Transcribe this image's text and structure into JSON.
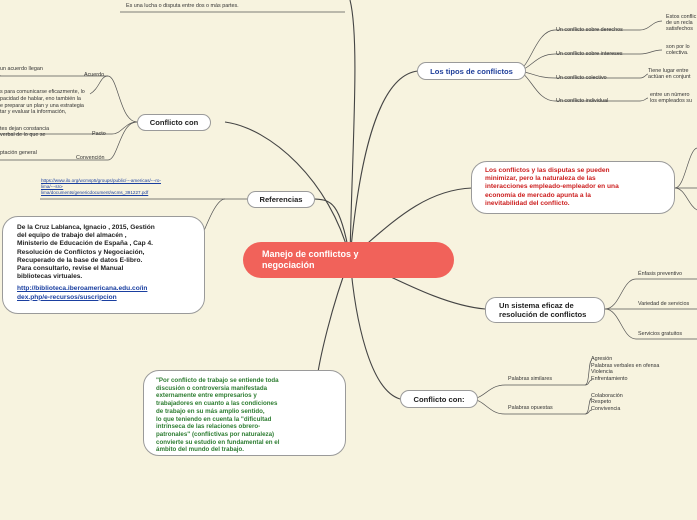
{
  "central": {
    "line1": "Manejo de conflictos y",
    "line2": "negociación"
  },
  "top_note": "Es una lucha o disputa entre dos o más partes.",
  "conflicto_con": {
    "label": "Conflicto con",
    "items": [
      {
        "label": "Acuerdo",
        "note_lines": [
          "un acuerdo llegan",
          "."
        ]
      },
      {
        "label": "Pacto",
        "note_lines": [
          "s para comunicarse eficazmente, lo",
          "pacidad de hablar, eno también la",
          "e preparar un plan y una estrategia",
          "tar y evaluar la información,",
          "",
          "",
          "tes dejan constancia",
          " verbal de lo que se"
        ]
      },
      {
        "label": "Convención",
        "note_lines": [
          "ptación general"
        ]
      }
    ]
  },
  "referencias": {
    "label": "Referencias",
    "url_lines": [
      "https://www.ilo.org/wcmsp5/groups/public/---americas/---ro-",
      "lima/---sro-",
      "lima/documents/genericdocument/wcms_391227.pdf"
    ]
  },
  "reference_box": {
    "lines": [
      "De la Cruz Lablanca, Ignacio , 2015, Gestión",
      "del equipo de trabajo del almacén ,",
      "Ministerio de Educación de España , Cap 4.",
      "Resolución de Conflictos y Negociación,",
      "Recuperado de la base de datos E-libro.",
      "Para consultarlo, revise el Manual",
      "bibliotecas virtuales."
    ],
    "link_lines": [
      "http://biblioteca.iberoamericana.edu.co/in",
      "dex.php/e-recursos/suscripcion"
    ]
  },
  "quote_box": {
    "lines": [
      "\"Por conflicto de trabajo se entiende toda",
      "discusión o controversia manifestada",
      "externamente entre empresarios y",
      "trabajadores en cuanto a las condiciones",
      "de trabajo en su más amplio sentido,",
      "lo que teniendo en cuenta la \"dificultad",
      "intrínseca de las relaciones obrero-",
      "patronales\" (conflictivas por naturaleza)",
      "convierte su estudio en fundamental en el",
      "ámbito del mundo del trabajo."
    ]
  },
  "tipos": {
    "label": "Los tipos de conflictos",
    "items": [
      {
        "label": "Un conflicto sobre derechos",
        "note_lines": [
          "Estos conflic",
          "de un recla",
          "satisfechos"
        ]
      },
      {
        "label": "Un conflicto sobre intereses",
        "note_lines": [
          "son por lo",
          "colectiva."
        ]
      },
      {
        "label": "Un conflicto colectivo",
        "note_lines": [
          "Tiene lugar entre",
          "actúan en conjunt"
        ]
      },
      {
        "label": "Un conflicto individual",
        "note_lines": [
          "entre un número",
          "los empleados su"
        ]
      }
    ]
  },
  "red_box": {
    "lines": [
      "Los conflictos y las disputas se pueden",
      "minimizar, pero la naturaleza de las",
      "interacciones empleado-empleador en una",
      "economía de mercado apunta a la",
      "inevitabilidad del conflicto."
    ]
  },
  "sistema": {
    "line1": "Un sistema eficaz de",
    "line2": "resolución de conflictos",
    "items": [
      "Énfasis preventivo",
      "Variedad de servicios",
      "Servicios gratuitos"
    ]
  },
  "conflicto_con2": {
    "label": "Conflicto con:",
    "groups": [
      {
        "label": "Palabras similares",
        "words": [
          "Agresión",
          "Palabras verbales en ofensa",
          "Violencia",
          "Enfrentamiento"
        ]
      },
      {
        "label": "Palabras opuestas",
        "words": [
          "Colaboración",
          "Respeto",
          "Convivencia"
        ]
      }
    ]
  },
  "colors": {
    "central": "#f1625a",
    "background": "#f7f3df",
    "link": "#1a3fa0",
    "red_text": "#cc1f1f",
    "quote_text": "#2e7d32",
    "tipos_text": "#1f3f9a"
  }
}
